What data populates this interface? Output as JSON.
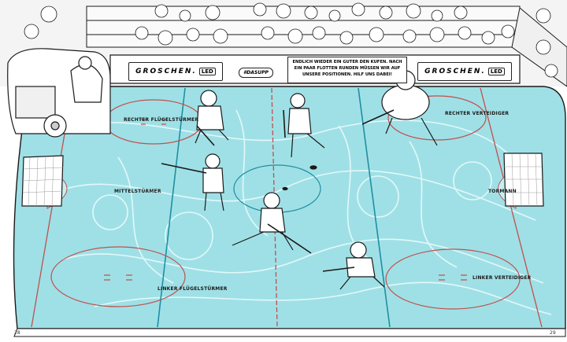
{
  "boards": {
    "sign_left": {
      "brand": "GROSCHEN.",
      "led": "LED"
    },
    "sign_right": {
      "brand": "GROSCHEN.",
      "led": "LED"
    },
    "small_logo": "#DASUPP",
    "message": "ENDLICH WIEDER EIN GUTER DEN KUFEN. NACH EIN PAAR FLOTTEN RUNDEN MÜSSEN WIR AUF UNSERE POSITIONEN. HILF UNS DABEI!"
  },
  "positions": {
    "right_wing": "RECHTER FLÜGELSTÜRMER",
    "center": "MITTELSTÜRMER",
    "left_wing": "LINKER FLÜGELSTÜRMER",
    "right_defense": "RECHTER VERTEIDIGER",
    "goalie": "TORMANN",
    "left_defense": "LINKER VERTEIDIGER"
  },
  "page_numbers": {
    "left": "28",
    "right": "29"
  },
  "colors": {
    "ice": "#9fe0e6",
    "ice_light": "#c6eff2",
    "line_red": "#c0504d",
    "line_blue": "#1f8fa3",
    "ink": "#1a1a1a"
  }
}
